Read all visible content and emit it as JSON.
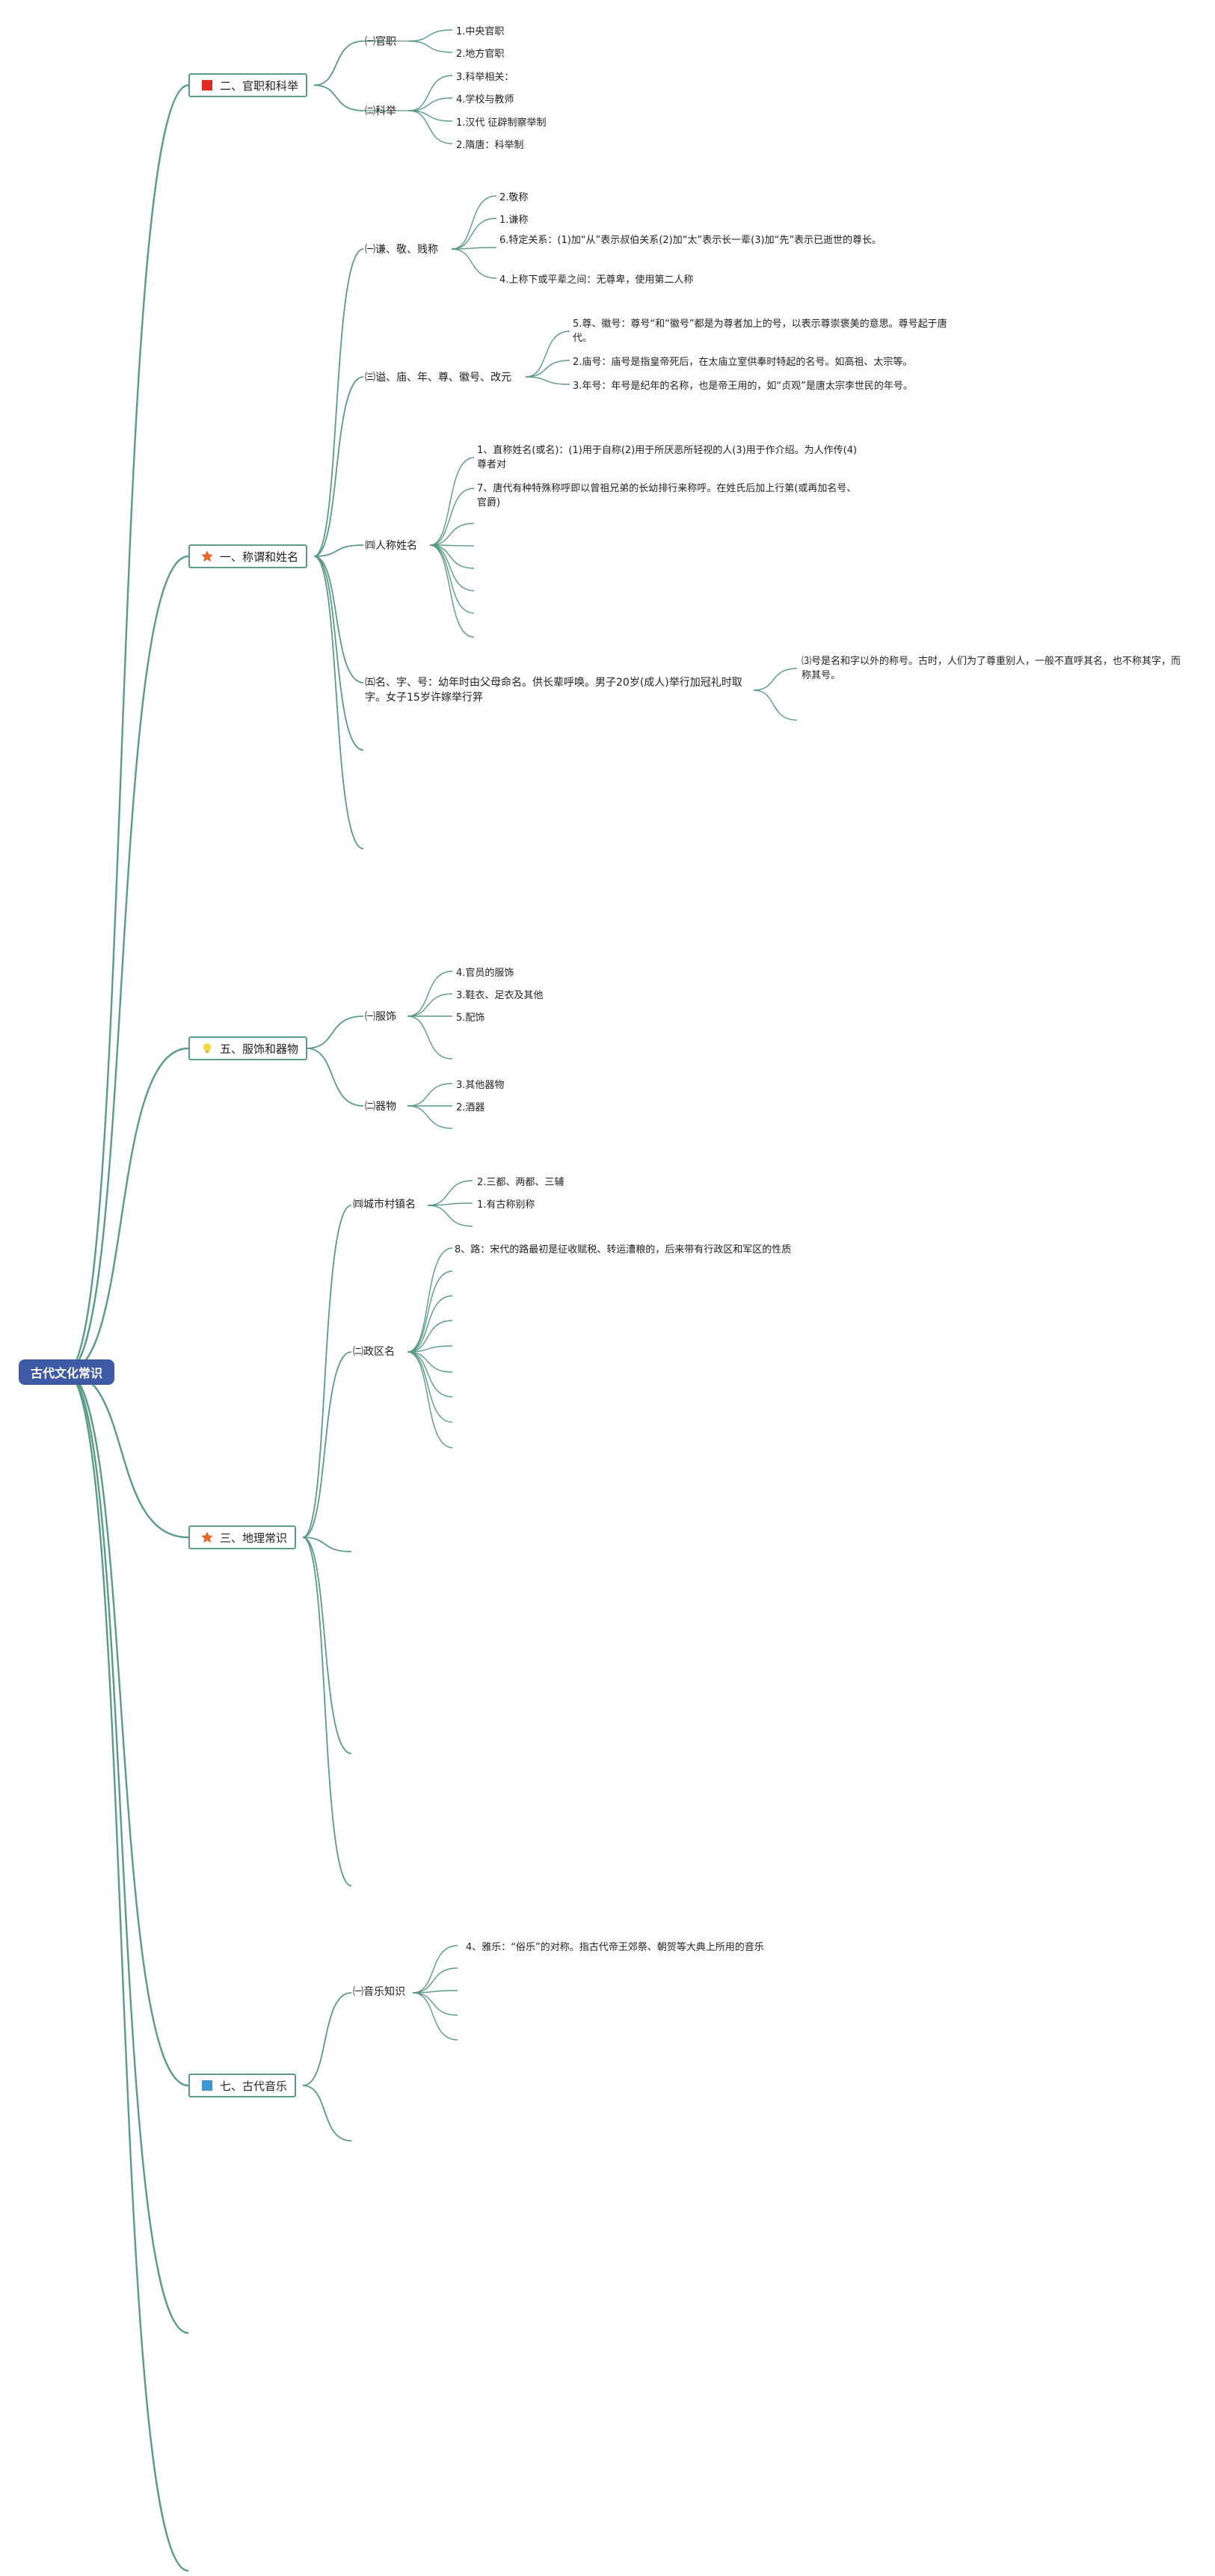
{
  "root": {
    "label": "古代文化常识"
  },
  "icons": {
    "flag": "red-flag-icon",
    "star": "orange-star-icon",
    "bulb": "yellow-bulb-icon",
    "blue_flag": "blue-flag-icon"
  },
  "colors": {
    "line": "#5b9a86",
    "root_fill": "#3e5aa7",
    "flag_red": "#e02b20",
    "star_orange": "#e8672a",
    "bulb_yellow": "#f5d64a",
    "flag_blue": "#3f97d6"
  },
  "branches": [
    {
      "id": "guanzhi",
      "label": "二、官职和科举",
      "subs": [
        {
          "id": "guanzhi",
          "label": "㈠官职",
          "leaves": [
            "1.中央官职",
            "2.地方官职"
          ]
        },
        {
          "id": "keju",
          "label": "㈡科举",
          "leaves": [
            "3.科举相关：",
            "4.学校与教师",
            "1.汉代 征辟制察举制",
            "2.隋唐：科举制"
          ]
        }
      ]
    },
    {
      "id": "chengwei",
      "label": "一、称谓和姓名",
      "subs": [
        {
          "id": "qianjing",
          "label": "㈠谦、敬、贱称",
          "leaves": [
            "2.敬称",
            "1.谦称",
            "6.特定关系：(1)加“从”表示叔伯关系(2)加“太”表示长一辈(3)加“先”表示已逝世的尊长。",
            "4.上称下或平辈之间：无尊卑，使用第二人称"
          ]
        },
        {
          "id": "shimiao",
          "label": "㈢谥、庙、年、尊、徽号、改元",
          "leaves": [
            "5.尊、徽号：尊号“和“徽号”都是为尊者加上的号，以表示尊崇褒美的意思。尊号起于唐代。",
            "2.庙号：庙号是指皇帝死后，在太庙立室供奉时特起的名号。如高祖、太宗等。",
            "3.年号：年号是纪年的名称，也是帝王用的，如“贞观”是唐太宗李世民的年号。"
          ]
        },
        {
          "id": "renchengxingming",
          "label": "㈣人称姓名",
          "leaves": [
            "1、直称姓名(或名)：(1)用于自称(2)用于所厌恶所轻视的人(3)用于作介绍。为人作传(4)尊者对",
            "7、唐代有种特殊称呼即以曾祖兄弟的长幼排行来称呼。在姓氏后加上行第(或再加名号、官爵)"
          ]
        },
        {
          "id": "mingzihao",
          "label": "㈤名、字、号：幼年时由父母命名。供长辈呼唤。男子20岁(成人)举行加冠礼时取字。女子15岁许嫁举行笄",
          "leaves": [
            "⑶号是名和字以外的称号。古时，人们为了尊重别人，一般不直呼其名，也不称其字，而称其号。"
          ]
        }
      ]
    },
    {
      "id": "fushi",
      "label": "五、服饰和器物",
      "subs": [
        {
          "id": "fushi",
          "label": "㈠服饰",
          "leaves": [
            "4.官员的服饰",
            "3.鞋衣、足衣及其他",
            "5.配饰"
          ]
        },
        {
          "id": "qiwu",
          "label": "㈡器物",
          "leaves": [
            "3.其他器物",
            "2.酒器"
          ]
        }
      ]
    },
    {
      "id": "dili",
      "label": "三、地理常识",
      "subs": [
        {
          "id": "chengshi",
          "label": "㈣城市村镇名",
          "leaves": [
            "2.三都、两都、三辅",
            "1.有古称别称"
          ]
        },
        {
          "id": "xingzheng",
          "label": "㈡政区名",
          "leaves": [
            "8、路：宋代的路最初是征收赋税、转运漕粮的，后来带有行政区和军区的性质"
          ]
        }
      ]
    },
    {
      "id": "yinyue",
      "label": "七、古代音乐",
      "subs": [
        {
          "id": "yinyuezhishi",
          "label": "㈠音乐知识",
          "leaves": [
            "4、雅乐：“俗乐”的对称。指古代帝王郊祭、朝贺等大典上所用的音乐"
          ]
        }
      ]
    }
  ]
}
